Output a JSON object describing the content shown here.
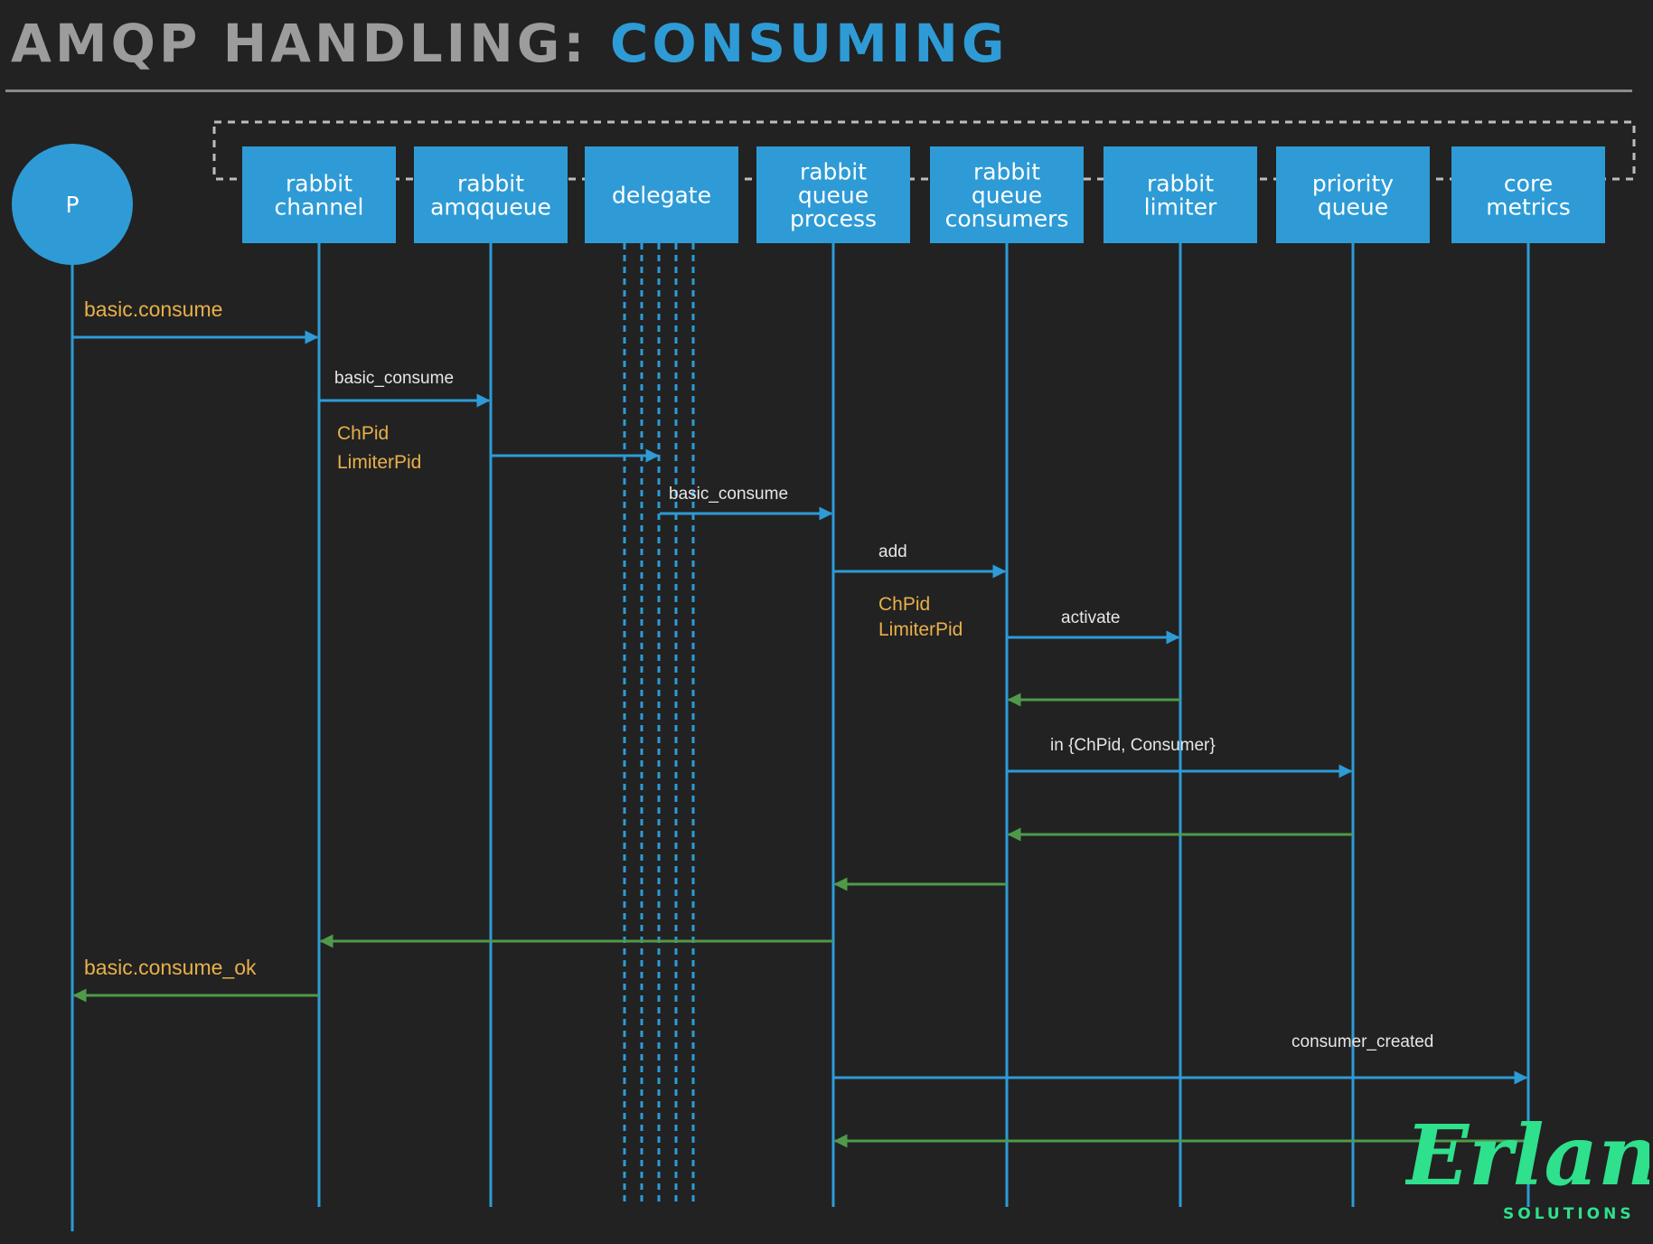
{
  "title": {
    "part1": "AMQP HANDLING:",
    "part2": "CONSUMING"
  },
  "colors": {
    "accent": "#2e9bd6",
    "reply": "#4f9a4a",
    "label_yellow": "#e8b04a",
    "logo": "#2fe08c"
  },
  "producer": {
    "label": "P"
  },
  "lanes": [
    {
      "id": "channel",
      "lines": [
        "rabbit",
        "channel"
      ]
    },
    {
      "id": "amqqueue",
      "lines": [
        "rabbit",
        "amqqueue"
      ]
    },
    {
      "id": "delegate",
      "lines": [
        "delegate"
      ]
    },
    {
      "id": "queue_process",
      "lines": [
        "rabbit",
        "queue",
        "process"
      ]
    },
    {
      "id": "queue_consumers",
      "lines": [
        "rabbit",
        "queue",
        "consumers"
      ]
    },
    {
      "id": "limiter",
      "lines": [
        "rabbit",
        "limiter"
      ]
    },
    {
      "id": "priority_queue",
      "lines": [
        "priority",
        "queue"
      ]
    },
    {
      "id": "core_metrics",
      "lines": [
        "core",
        "metrics"
      ]
    }
  ],
  "messages": [
    {
      "from": "P",
      "to": "channel",
      "kind": "call",
      "label": "basic.consume",
      "label_style": "yellow-large"
    },
    {
      "from": "channel",
      "to": "amqqueue",
      "kind": "call",
      "label": "basic_consume",
      "label_style": "white",
      "notes": [
        "ChPid",
        "LimiterPid"
      ]
    },
    {
      "from": "amqqueue",
      "to": "delegate",
      "kind": "call",
      "label": "",
      "label_style": "white"
    },
    {
      "from": "delegate",
      "to": "queue_process",
      "kind": "call",
      "label": "basic_consume",
      "label_style": "white"
    },
    {
      "from": "queue_process",
      "to": "queue_consumers",
      "kind": "call",
      "label": "add",
      "label_style": "white",
      "notes": [
        "ChPid",
        "LimiterPid"
      ]
    },
    {
      "from": "queue_consumers",
      "to": "limiter",
      "kind": "call",
      "label": "activate",
      "label_style": "white"
    },
    {
      "from": "limiter",
      "to": "queue_consumers",
      "kind": "reply",
      "label": ""
    },
    {
      "from": "queue_consumers",
      "to": "priority_queue",
      "kind": "call",
      "label": "in {ChPid, Consumer}",
      "label_style": "white"
    },
    {
      "from": "priority_queue",
      "to": "queue_consumers",
      "kind": "reply",
      "label": ""
    },
    {
      "from": "queue_consumers",
      "to": "queue_process",
      "kind": "reply",
      "label": ""
    },
    {
      "from": "queue_process",
      "to": "channel",
      "kind": "reply",
      "label": ""
    },
    {
      "from": "channel",
      "to": "P",
      "kind": "reply",
      "label": "basic.consume_ok",
      "label_style": "yellow-large"
    },
    {
      "from": "queue_process",
      "to": "core_metrics",
      "kind": "call",
      "label": "consumer_created",
      "label_style": "white"
    },
    {
      "from": "core_metrics",
      "to": "queue_process",
      "kind": "reply",
      "label": ""
    }
  ],
  "logo": {
    "wordmark": "Erlang",
    "subtitle": "SOLUTIONS"
  }
}
